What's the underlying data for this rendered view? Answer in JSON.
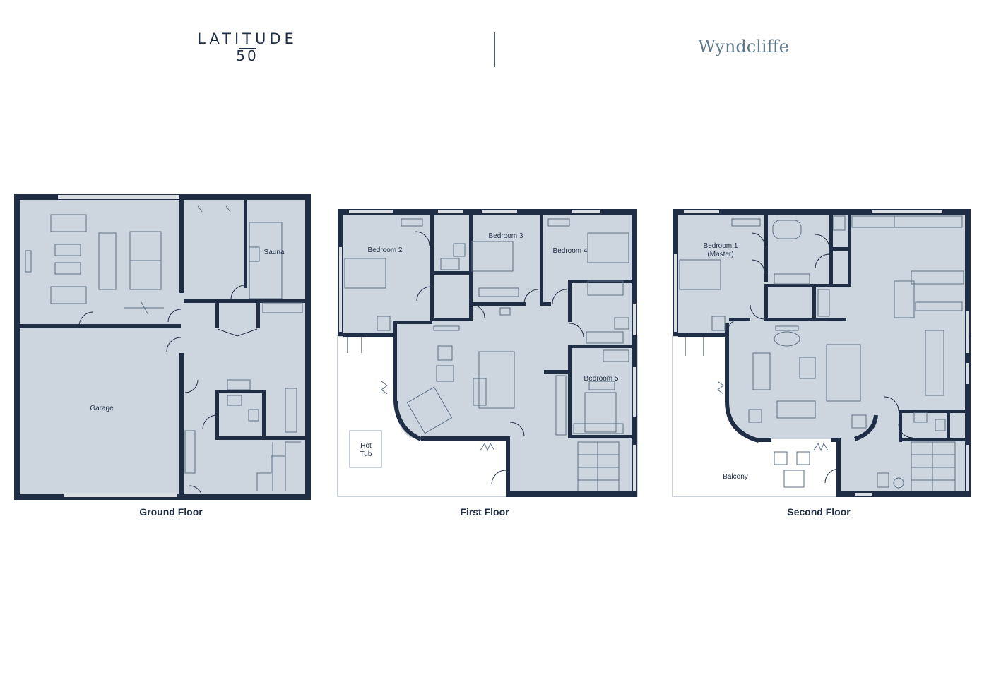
{
  "header": {
    "logo_word": "LATITUDE",
    "logo_number": "50",
    "property_name": "Wyndcliffe"
  },
  "colors": {
    "wall": "#1f2d45",
    "floor": "#cdd6df",
    "outdoor": "#ffffff",
    "window": "#d9dee3"
  },
  "plans": {
    "ground": {
      "caption": "Ground Floor",
      "rooms": {
        "sauna": "Sauna",
        "garage": "Garage"
      }
    },
    "first": {
      "caption": "First Floor",
      "rooms": {
        "bedroom2": "Bedroom 2",
        "bedroom3": "Bedroom 3",
        "bedroom4": "Bedroom 4",
        "bedroom5": "Bedroom 5",
        "hot_tub_line1": "Hot",
        "hot_tub_line2": "Tub"
      }
    },
    "second": {
      "caption": "Second Floor",
      "rooms": {
        "bedroom1_line1": "Bedroom 1",
        "bedroom1_line2": "(Master)",
        "balcony": "Balcony"
      }
    }
  }
}
